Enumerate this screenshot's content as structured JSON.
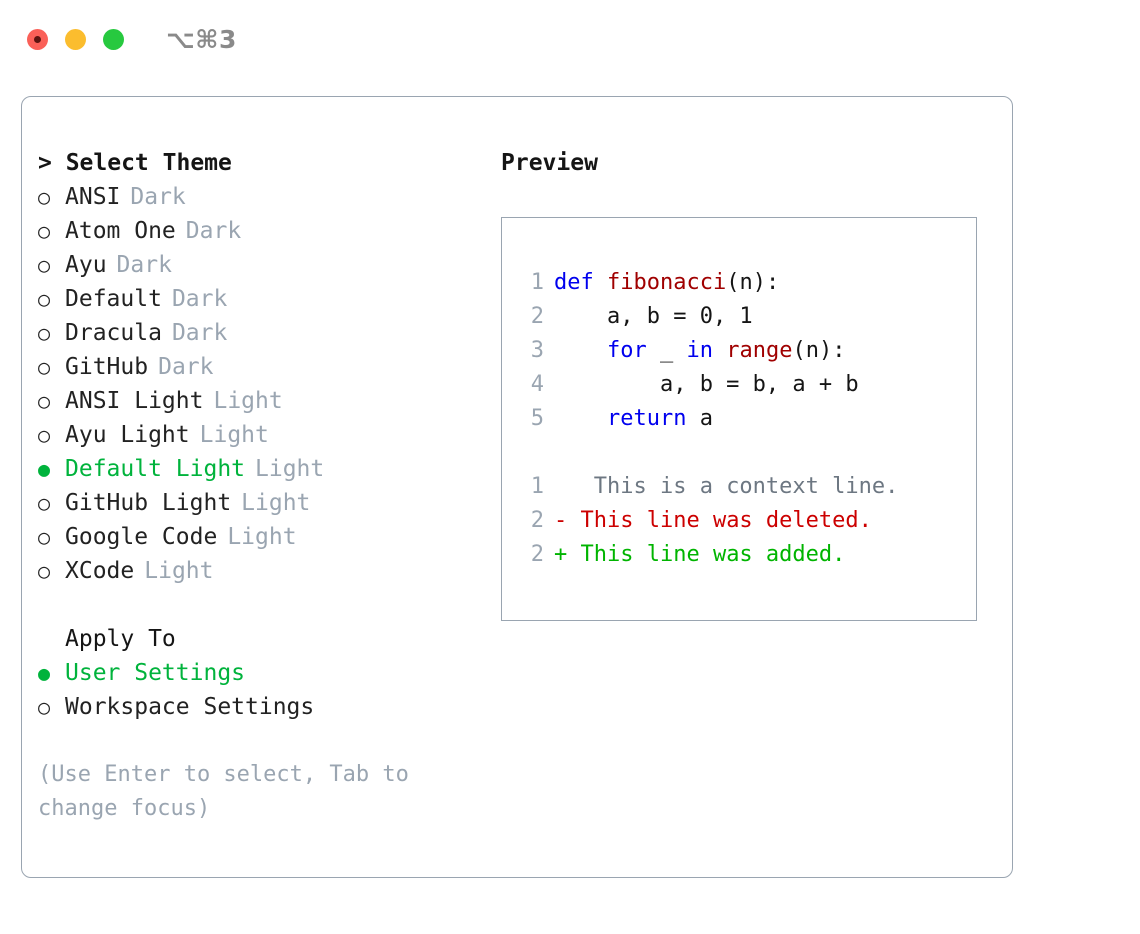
{
  "window": {
    "shortcut": "⌥⌘3",
    "traffic_lights": [
      {
        "name": "close",
        "color": "#fa6058"
      },
      {
        "name": "minimize",
        "color": "#fbbd2e"
      },
      {
        "name": "maximize",
        "color": "#27c93f"
      }
    ]
  },
  "accent": {
    "selected_green": "#00b33c",
    "muted_gray": "#9aa5b1",
    "keyword_blue": "#0000ee",
    "function_red": "#a00000",
    "diff_deleted": "#cc0000",
    "diff_added": "#00b400"
  },
  "theme_picker": {
    "heading": "> Select Theme",
    "items": [
      {
        "name": "ANSI",
        "variant": "Dark",
        "selected": false
      },
      {
        "name": "Atom One",
        "variant": "Dark",
        "selected": false
      },
      {
        "name": "Ayu",
        "variant": "Dark",
        "selected": false
      },
      {
        "name": "Default",
        "variant": "Dark",
        "selected": false
      },
      {
        "name": "Dracula",
        "variant": "Dark",
        "selected": false
      },
      {
        "name": "GitHub",
        "variant": "Dark",
        "selected": false
      },
      {
        "name": "ANSI Light",
        "variant": "Light",
        "selected": false
      },
      {
        "name": "Ayu Light",
        "variant": "Light",
        "selected": false
      },
      {
        "name": "Default Light",
        "variant": "Light",
        "selected": true
      },
      {
        "name": "GitHub Light",
        "variant": "Light",
        "selected": false
      },
      {
        "name": "Google Code",
        "variant": "Light",
        "selected": false
      },
      {
        "name": "XCode",
        "variant": "Light",
        "selected": false
      }
    ]
  },
  "apply_to": {
    "heading": "Apply To",
    "options": [
      {
        "label": "User Settings",
        "selected": true
      },
      {
        "label": "Workspace Settings",
        "selected": false
      }
    ]
  },
  "hint": "(Use Enter to select, Tab to change focus)",
  "preview": {
    "title": "Preview",
    "code_lines": [
      {
        "num": "1",
        "tokens": [
          {
            "t": "def",
            "c": "kw"
          },
          {
            "t": " ",
            "c": "pl"
          },
          {
            "t": "fibonacci",
            "c": "fn"
          },
          {
            "t": "(n):",
            "c": "pl"
          }
        ]
      },
      {
        "num": "2",
        "tokens": [
          {
            "t": "    a, b = 0, 1",
            "c": "pl"
          }
        ]
      },
      {
        "num": "3",
        "tokens": [
          {
            "t": "    ",
            "c": "pl"
          },
          {
            "t": "for",
            "c": "kw"
          },
          {
            "t": " _ ",
            "c": "pl"
          },
          {
            "t": "in",
            "c": "kw"
          },
          {
            "t": " ",
            "c": "pl"
          },
          {
            "t": "range",
            "c": "fn"
          },
          {
            "t": "(n):",
            "c": "pl"
          }
        ]
      },
      {
        "num": "4",
        "tokens": [
          {
            "t": "        a, b = b, a + b",
            "c": "pl"
          }
        ]
      },
      {
        "num": "5",
        "tokens": [
          {
            "t": "    ",
            "c": "pl"
          },
          {
            "t": "return",
            "c": "kw"
          },
          {
            "t": " a",
            "c": "pl"
          }
        ]
      }
    ],
    "diff_lines": [
      {
        "num": "1",
        "marker": " ",
        "text": "  This is a context line.",
        "kind": "ctx"
      },
      {
        "num": "2",
        "marker": "-",
        "text": " This line was deleted.",
        "kind": "del"
      },
      {
        "num": "2",
        "marker": "+",
        "text": " This line was added.",
        "kind": "add"
      }
    ]
  }
}
